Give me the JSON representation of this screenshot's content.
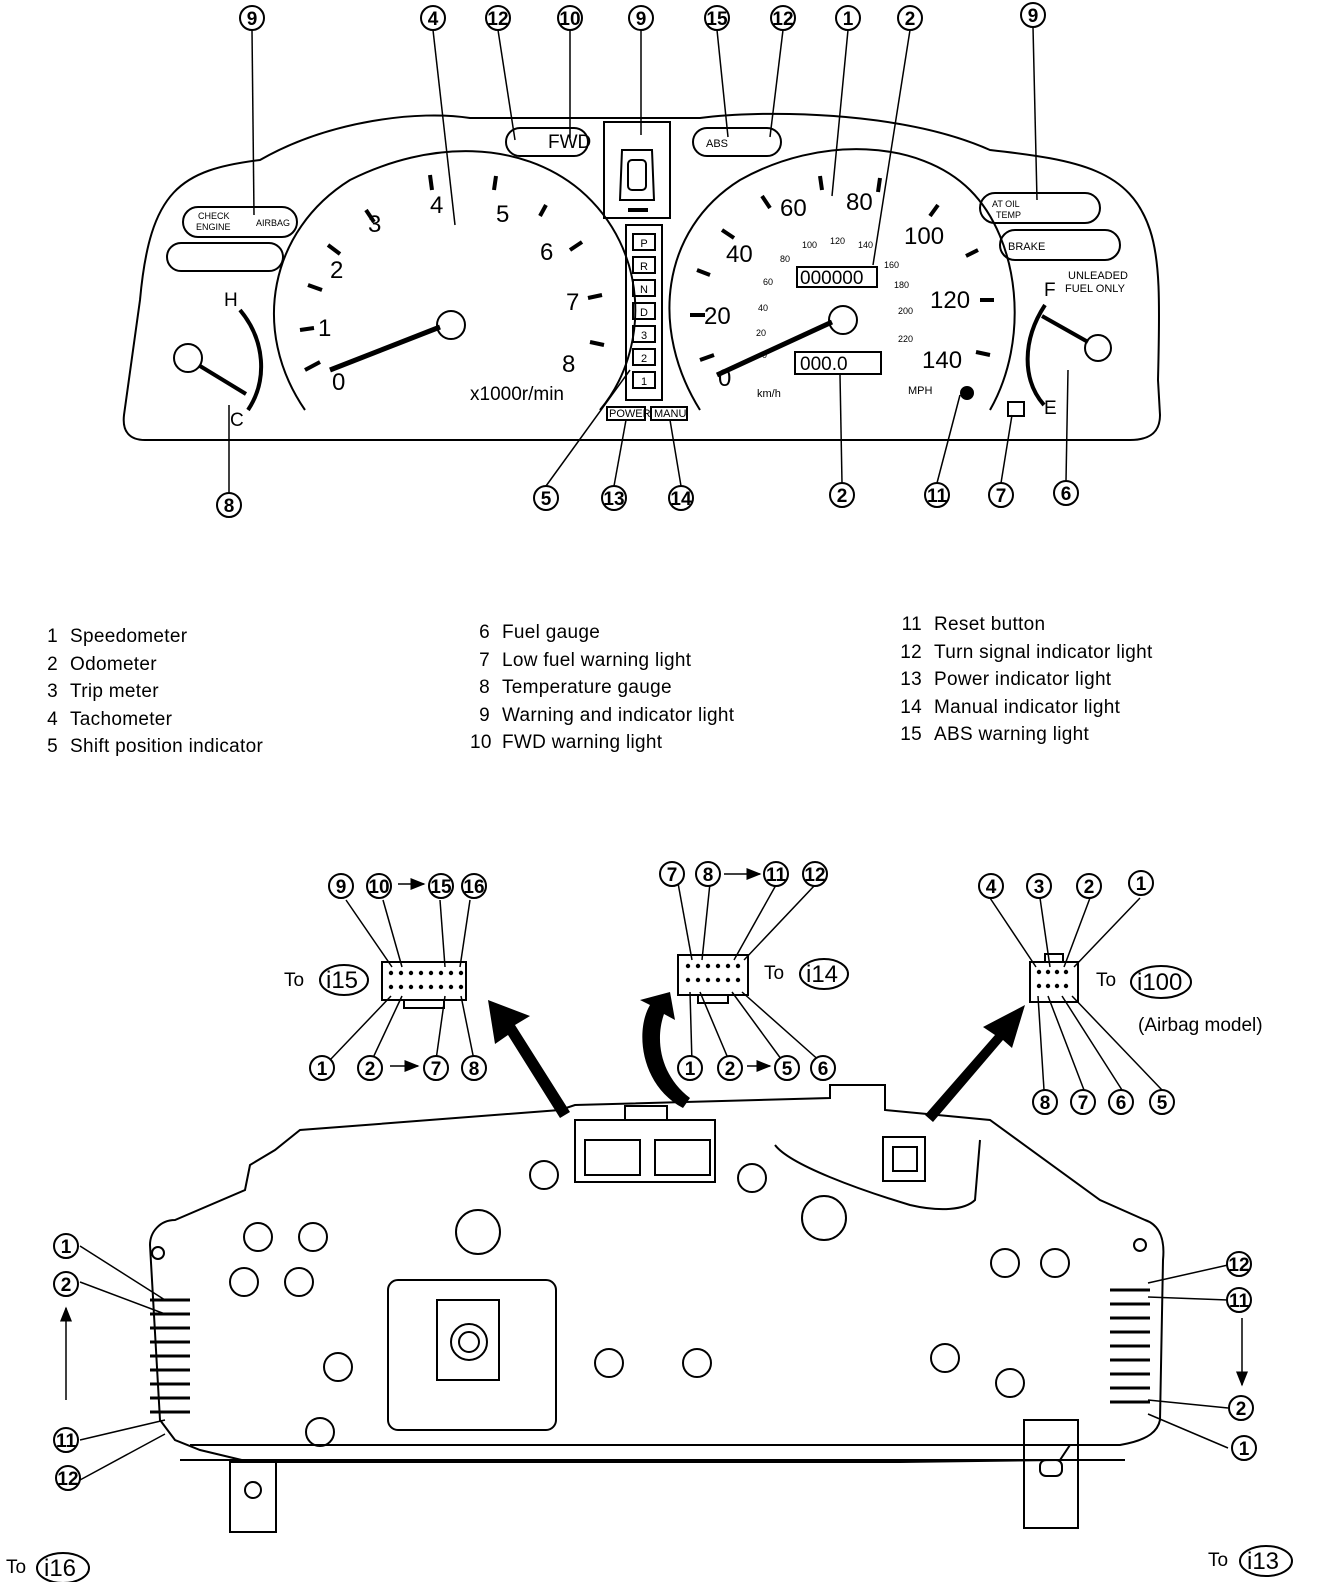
{
  "callouts": {
    "top": [
      "9",
      "4",
      "12",
      "10",
      "9",
      "15",
      "12",
      "1",
      "2",
      "9"
    ],
    "bottom": [
      "8",
      "5",
      "13",
      "14",
      "2",
      "11",
      "7",
      "6"
    ]
  },
  "dash": {
    "fwd": "FWD",
    "abs": "ABS",
    "check_engine_1": "CHECK",
    "check_engine_2": "ENGINE",
    "airbag": "AIRBAG",
    "temp_h": "H",
    "temp_c": "C",
    "tach_ticks": [
      "0",
      "1",
      "2",
      "3",
      "4",
      "5",
      "6",
      "7",
      "8"
    ],
    "tach_unit": "x1000r/min",
    "shift_positions": [
      "P",
      "R",
      "N",
      "D",
      "3",
      "2",
      "1"
    ],
    "power": "POWER",
    "manu": "MANU",
    "speed_mph": [
      "0",
      "20",
      "40",
      "60",
      "80",
      "100",
      "120",
      "140"
    ],
    "speed_kmh_inner": [
      "0",
      "20",
      "40",
      "60",
      "80",
      "100",
      "120",
      "140",
      "160",
      "180",
      "200",
      "220"
    ],
    "odometer": "000000",
    "trip": "000.0",
    "kmh": "km/h",
    "mph": "MPH",
    "at_oil_temp_1": "AT OIL",
    "at_oil_temp_2": "TEMP",
    "brake": "BRAKE",
    "unleaded_1": "UNLEADED",
    "unleaded_2": "FUEL ONLY",
    "fuel_f": "F",
    "fuel_e": "E"
  },
  "legend": {
    "col1": [
      {
        "num": "1",
        "label": "Speedometer"
      },
      {
        "num": "2",
        "label": "Odometer"
      },
      {
        "num": "3",
        "label": "Trip meter"
      },
      {
        "num": "4",
        "label": "Tachometer"
      },
      {
        "num": "5",
        "label": "Shift position indicator"
      }
    ],
    "col2": [
      {
        "num": "6",
        "label": "Fuel gauge"
      },
      {
        "num": "7",
        "label": "Low fuel warning light"
      },
      {
        "num": "8",
        "label": "Temperature gauge"
      },
      {
        "num": "9",
        "label": "Warning and indicator light"
      },
      {
        "num": "10",
        "label": "FWD warning light"
      }
    ],
    "col3": [
      {
        "num": "11",
        "label": "Reset button"
      },
      {
        "num": "12",
        "label": "Turn signal indicator light"
      },
      {
        "num": "13",
        "label": "Power indicator light"
      },
      {
        "num": "14",
        "label": "Manual indicator light"
      },
      {
        "num": "15",
        "label": "ABS warning light"
      }
    ]
  },
  "connectors": {
    "i15": {
      "to": "To",
      "code": "i15",
      "top_pins": [
        "9",
        "10",
        "15",
        "16"
      ],
      "bottom_pins": [
        "1",
        "2",
        "7",
        "8"
      ]
    },
    "i14": {
      "to": "To",
      "code": "i14",
      "top_pins": [
        "7",
        "8",
        "11",
        "12"
      ],
      "bottom_pins": [
        "1",
        "2",
        "5",
        "6"
      ]
    },
    "i100": {
      "to": "To",
      "code": "i100",
      "note": "(Airbag model)",
      "top_pins": [
        "4",
        "3",
        "2",
        "1"
      ],
      "bottom_pins": [
        "8",
        "7",
        "6",
        "5"
      ]
    },
    "i16": {
      "to": "To",
      "code": "i16",
      "pins": [
        "1",
        "2",
        "11",
        "12"
      ]
    },
    "i13": {
      "to": "To",
      "code": "i13",
      "pins": [
        "12",
        "11",
        "2",
        "1"
      ]
    }
  }
}
